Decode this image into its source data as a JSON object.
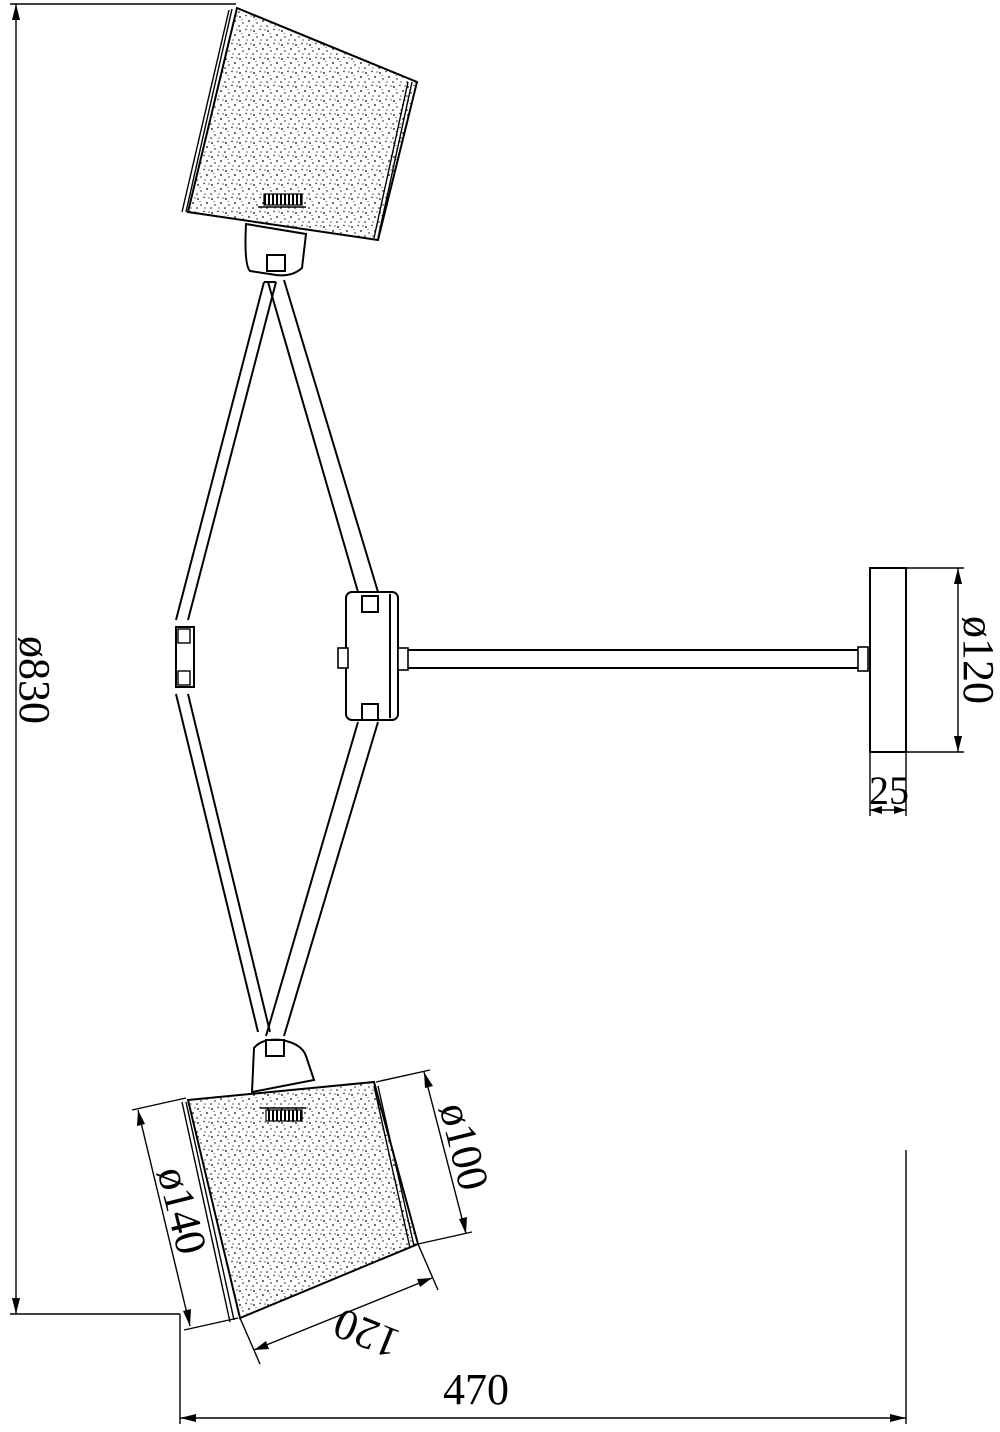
{
  "dimensions": {
    "overall_height": "ø830",
    "overall_width": "470",
    "base_diameter": "ø120",
    "base_depth": "25",
    "shade_large_diameter": "ø140",
    "shade_small_diameter": "ø100",
    "shade_length": "120"
  },
  "icons": {
    "shade_texture": "stipple-pattern",
    "label_plate": "hatched-label-icon"
  },
  "colors": {
    "line": "#000000",
    "background": "#ffffff"
  }
}
